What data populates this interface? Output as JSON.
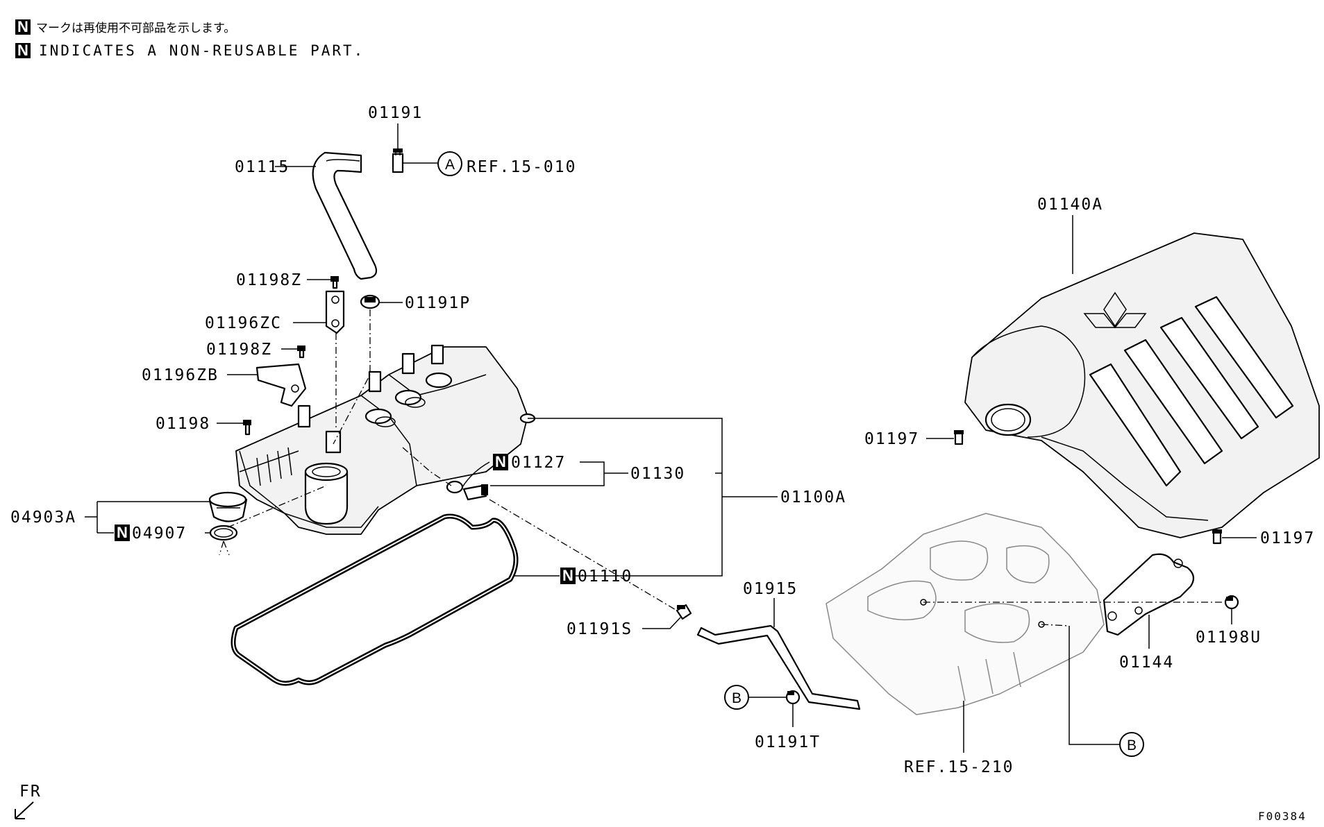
{
  "notes": {
    "jp_symbol": "N",
    "jp_text": "マークは再使用不可部品を示します。",
    "en_symbol": "N",
    "en_text": "INDICATES A NON-REUSABLE PART."
  },
  "parts": {
    "p01191": "01191",
    "p01115": "01115",
    "ref_a_letter": "A",
    "ref_a": "REF.15-010",
    "p01198z_top": "01198Z",
    "p01191p": "01191P",
    "p01196zc": "01196ZC",
    "p01198z_mid": "01198Z",
    "p01196zb": "01196ZB",
    "p01198": "01198",
    "p04903a": "04903A",
    "p04907": "04907",
    "p01127": "01127",
    "p01130": "01130",
    "p01100a": "01100A",
    "p01110": "01110",
    "p01191s": "01191S",
    "p01915": "01915",
    "ref_b_left_letter": "B",
    "p01191t": "01191T",
    "p01140a": "01140A",
    "p01197_left": "01197",
    "p01197_right": "01197",
    "p01144": "01144",
    "p01198u": "01198U",
    "ref_b_right_letter": "B",
    "ref_15_210": "REF.15-210",
    "n_mark": "N"
  },
  "footer": {
    "direction": "FR",
    "drawing_code": "F00384"
  }
}
